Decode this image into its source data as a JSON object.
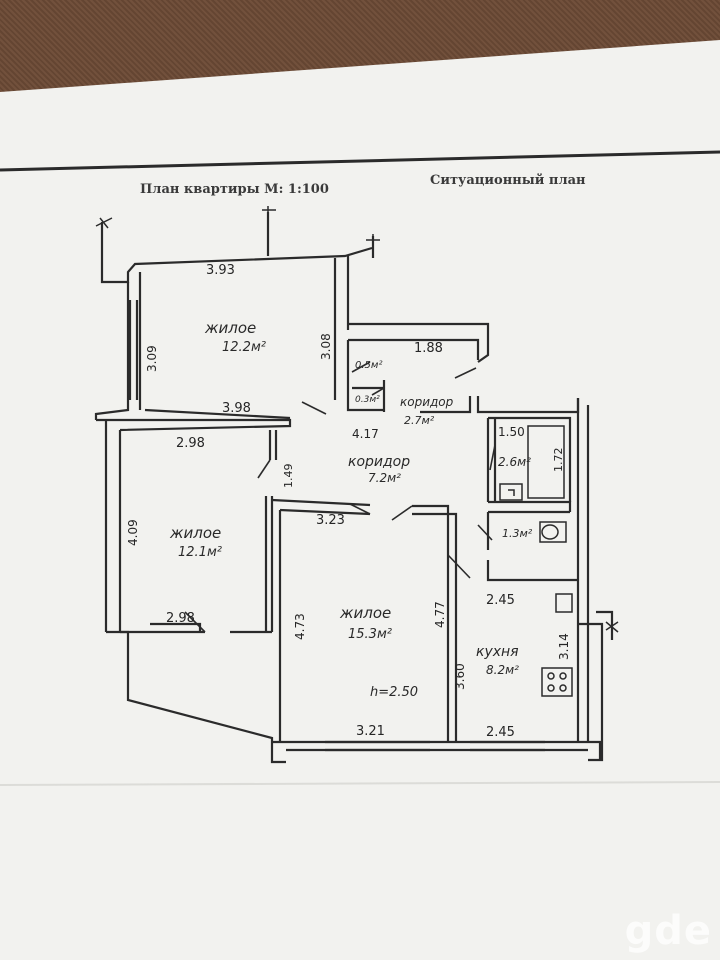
{
  "header": {
    "left_title": "План квартиры  М: 1:100",
    "right_title": "Ситуационный план"
  },
  "rooms": {
    "room1": {
      "name": "жилое",
      "area": "12.2м²"
    },
    "room2": {
      "name": "жилое",
      "area": "12.1м²"
    },
    "room3": {
      "name": "жилое",
      "area": "15.3м²"
    },
    "corridor_main": {
      "name": "коридор",
      "area": "7.2м²"
    },
    "corridor_small": {
      "name": "коридор",
      "area": "2.7м²"
    },
    "closet1": {
      "area": "0.5м²"
    },
    "closet2": {
      "area": "0.3м²"
    },
    "bath": {
      "area": "2.6м²"
    },
    "wc": {
      "area": "1.3м²"
    },
    "kitchen": {
      "name": "кухня",
      "area": "8.2м²"
    }
  },
  "dimensions": {
    "d_393": "3.93",
    "d_309": "3.09",
    "d_308": "3.08",
    "d_188": "1.88",
    "d_398": "3.98",
    "d_298_top": "2.98",
    "d_417": "4.17",
    "d_149": "1.49",
    "d_409": "4.09",
    "d_323": "3.23",
    "d_150": "1.50",
    "d_172": "1.72",
    "d_245_mid": "2.45",
    "d_298_bottom": "2.98",
    "d_473": "4.73",
    "d_477": "4.77",
    "d_360": "3.60",
    "d_314": "3.14",
    "d_321": "3.21",
    "d_245_bottom": "2.45",
    "ceiling": "h=2.50"
  },
  "watermark": "gde",
  "colors": {
    "paper": "#f3f3f1",
    "ink": "#2b2b2b",
    "carpet": "#6d4b36"
  }
}
